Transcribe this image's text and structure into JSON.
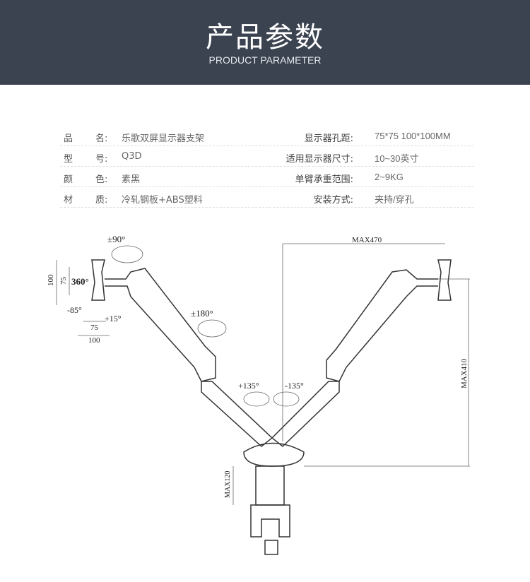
{
  "header": {
    "title": "产品参数",
    "subtitle": "PRODUCT PARAMETER"
  },
  "specs": [
    {
      "k1": "品",
      "k2": "名:",
      "v1": "乐歌双屏显示器支架",
      "k3": "显示器孔距:",
      "v2": "75*75 100*100MM"
    },
    {
      "k1": "型",
      "k2": "号:",
      "v1": "Q3D",
      "k3": "适用显示器尺寸:",
      "v2": "10~30英寸"
    },
    {
      "k1": "颜",
      "k2": "色:",
      "v1": "素黑",
      "k3": "单臂承重范围:",
      "v2": "2~9KG"
    },
    {
      "k1": "材",
      "k2": "质:",
      "v1": "冷轧钢板+ABS塑料",
      "k3": "安装方式:",
      "v2": "夹持/穿孔"
    }
  ],
  "diagram": {
    "tilt_swivel": "±90°",
    "rotate": "360°",
    "vesa_h1": "100",
    "vesa_h2": "75",
    "tilt_down": "-85°",
    "tilt_up": "+15°",
    "vesa_w1": "75",
    "vesa_w2": "100",
    "arm_rotate": "±180°",
    "left_rotate": "+135°",
    "right_rotate": "-135°",
    "max_reach": "MAX470",
    "max_height": "MAX410",
    "max_clamp": "MAX120"
  }
}
